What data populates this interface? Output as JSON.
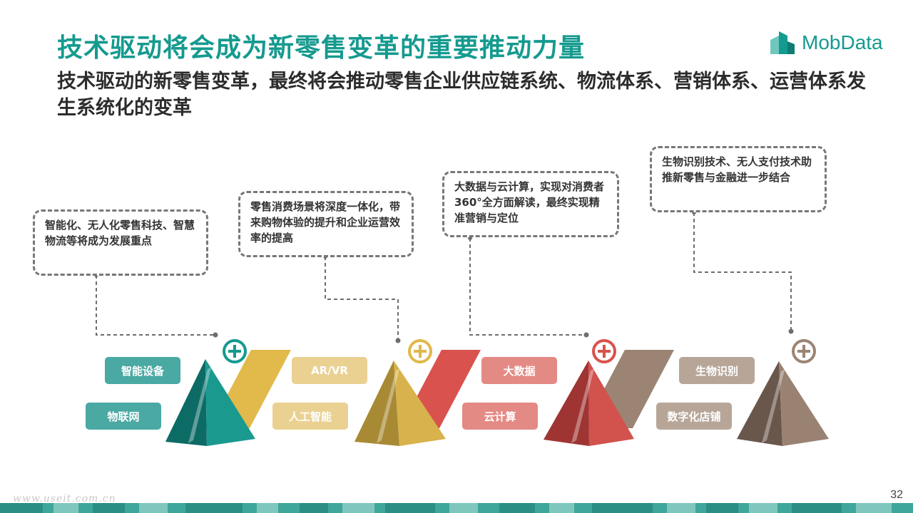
{
  "header": {
    "title": "技术驱动将会成为新零售变革的重要推动力量",
    "subtitle": "技术驱动的新零售变革，最终将会推动零售企业供应链系统、物流体系、营销体系、运营体系发生系统化的变革",
    "logo_text": "MobData",
    "logo_icon": "mobdata-logo-icon"
  },
  "colors": {
    "teal": "#138a83",
    "yellow": "#d4ae47",
    "red": "#d1524d",
    "brown": "#8e7868",
    "title": "#159a8f"
  },
  "stages": [
    {
      "callout": "智能化、无人化零售科技、智慧物流等将成为发展重点",
      "tags": [
        "智能设备",
        "物联网"
      ],
      "icon": "plus-circle-icon"
    },
    {
      "callout": "零售消费场景将深度一体化，带来购物体验的提升和企业运营效率的提高",
      "tags": [
        "AR/VR",
        "人工智能"
      ],
      "icon": "plus-circle-icon"
    },
    {
      "callout": "大数据与云计算，实现对消费者360°全方面解读，最终实现精准营销与定位",
      "tags": [
        "大数据",
        "云计算"
      ],
      "icon": "plus-circle-icon"
    },
    {
      "callout": "生物识别技术、无人支付技术助推新零售与金融进一步结合",
      "tags": [
        "生物识别",
        "数字化店铺"
      ],
      "icon": "plus-circle-icon"
    }
  ],
  "footer": {
    "page_number": "32",
    "watermark": "www.useit.com.cn"
  }
}
